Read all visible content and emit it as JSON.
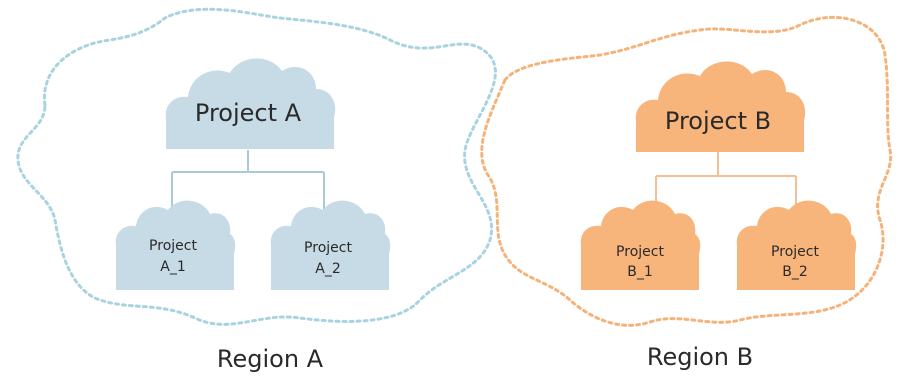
{
  "colors": {
    "region_a": "#a9d3e1",
    "region_b": "#f4b37a",
    "cloud_a": "#c6dbe6",
    "cloud_b": "#f7b57b",
    "connector_a": "#a9cbd8",
    "connector_b": "#f4bf93",
    "text": "#2a2a2a"
  },
  "region_a": {
    "label": "Region A",
    "parent": "Project A",
    "children": [
      {
        "line1": "Project",
        "line2": "A_1"
      },
      {
        "line1": "Project",
        "line2": "A_2"
      }
    ]
  },
  "region_b": {
    "label": "Region B",
    "parent": "Project B",
    "children": [
      {
        "line1": "Project",
        "line2": "B_1"
      },
      {
        "line1": "Project",
        "line2": "B_2"
      }
    ]
  }
}
